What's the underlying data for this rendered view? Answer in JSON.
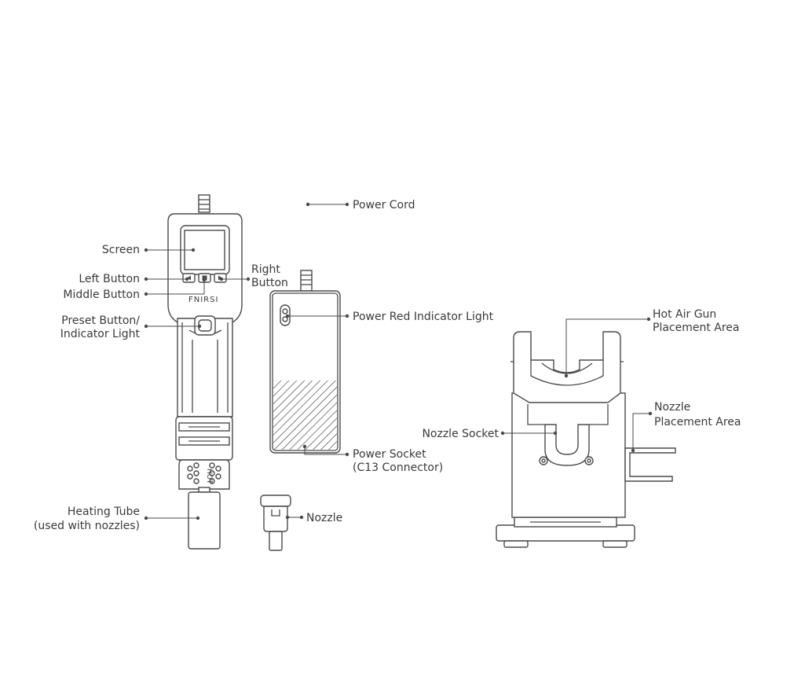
{
  "labels": {
    "power_cord": "Power Cord",
    "screen": "Screen",
    "left_button": "Left Button",
    "middle_button": "Middle Button",
    "right_button_line1": "Right",
    "right_button_line2": "Button",
    "preset_line1": "Preset Button/",
    "preset_line2": "Indicator Light",
    "heating_line1": "Heating Tube",
    "heating_line2": "(used with nozzles)",
    "nozzle": "Nozzle",
    "power_red": "Power Red Indicator Light",
    "power_socket_line1": "Power Socket",
    "power_socket_line2": "(C13 Connector)",
    "hot_air_line1": "Hot Air Gun",
    "hot_air_line2": "Placement Area",
    "nozzle_socket": "Nozzle Socket",
    "nozzle_place_line1": "Nozzle",
    "nozzle_place_line2": "Placement Area"
  },
  "device": {
    "brand": "FNIRSI",
    "hot_text": "HOT"
  },
  "colors": {
    "line": "#4a4a4a",
    "text": "#3a3a3a",
    "background": "#ffffff"
  }
}
